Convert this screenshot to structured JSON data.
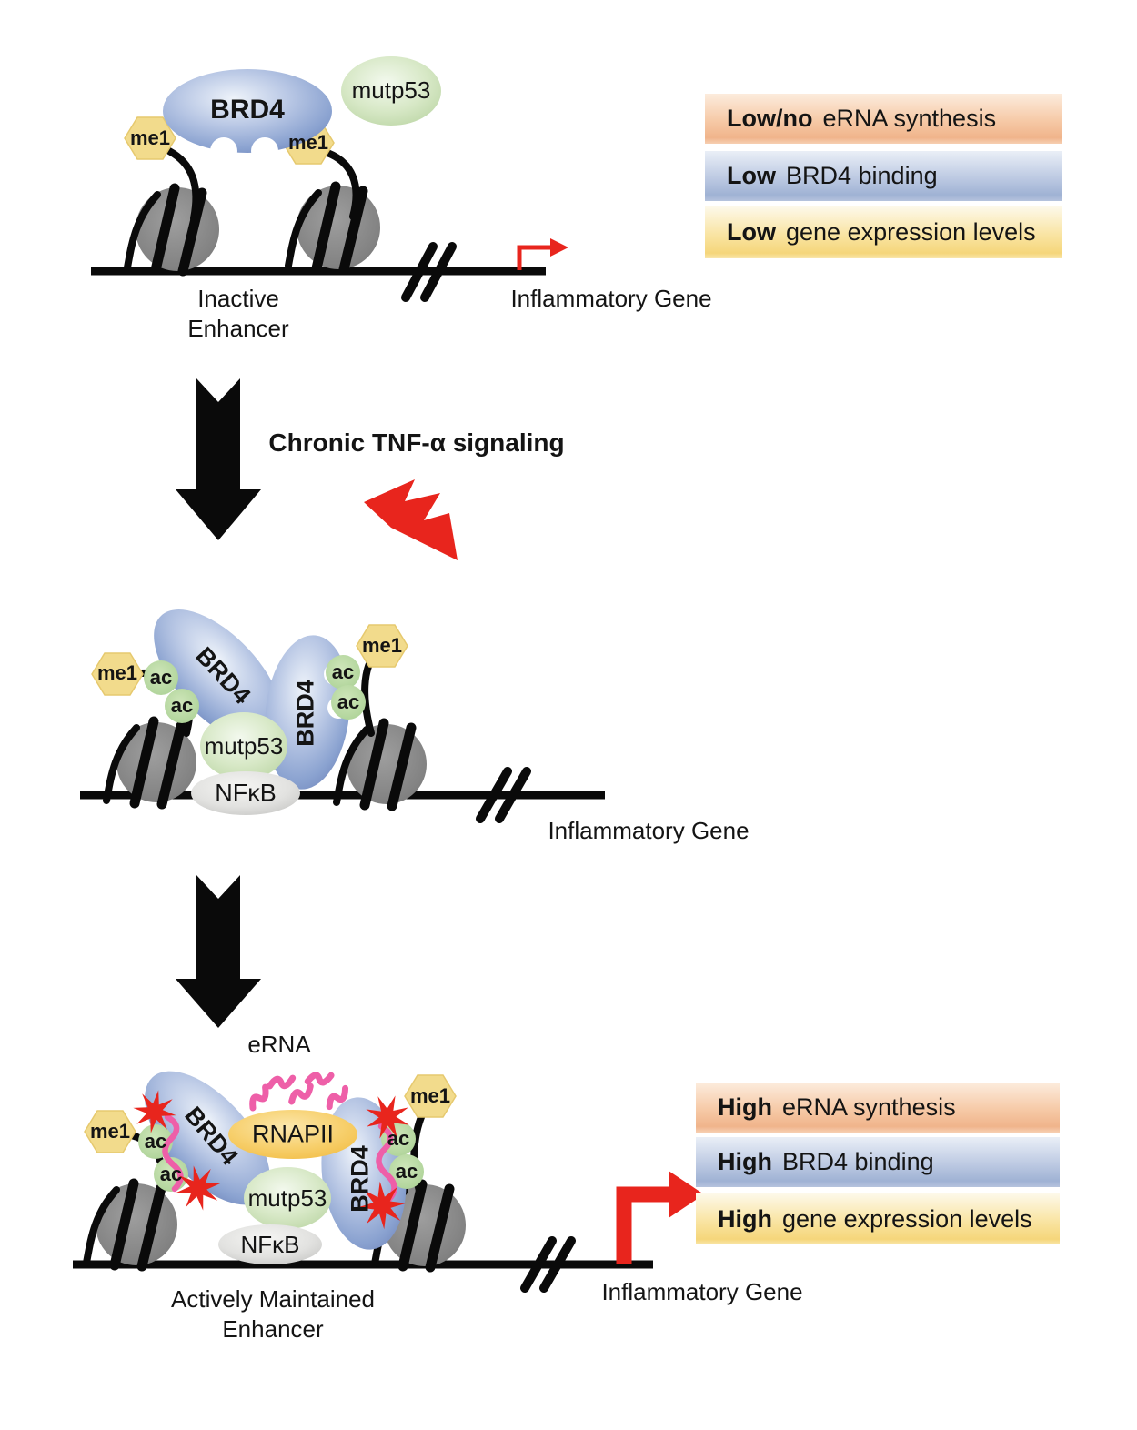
{
  "stage1": {
    "brd4_label": "BRD4",
    "mutp53_label": "mutp53",
    "me1_left": "me1",
    "me1_right": "me1",
    "enhancer_line1": "Inactive",
    "enhancer_line2": "Enhancer",
    "gene_label": "Inflammatory Gene"
  },
  "legend_top": {
    "items": [
      {
        "emphasis": "Low/no",
        "text": "eRNA synthesis"
      },
      {
        "emphasis": "Low",
        "text": "BRD4 binding"
      },
      {
        "emphasis": "Low",
        "text": "gene expression levels"
      }
    ]
  },
  "transition": {
    "signal_label": "Chronic TNF-α signaling"
  },
  "stage2": {
    "me1_left": "me1",
    "me1_right": "me1",
    "ac_labels": [
      "ac",
      "ac",
      "ac",
      "ac"
    ],
    "brd4_left": "BRD4",
    "brd4_right": "BRD4",
    "mutp53_label": "mutp53",
    "nfkb_label": "NFκB",
    "gene_label": "Inflammatory Gene"
  },
  "stage3": {
    "erna_label": "eRNA",
    "rnapii_label": "RNAPII",
    "me1_left": "me1",
    "me1_right": "me1",
    "ac_labels": [
      "ac",
      "ac",
      "ac",
      "ac"
    ],
    "brd4_left": "BRD4",
    "brd4_right": "BRD4",
    "mutp53_label": "mutp53",
    "nfkb_label": "NFκB",
    "enhancer_line1": "Actively Maintained",
    "enhancer_line2": "Enhancer",
    "gene_label": "Inflammatory Gene"
  },
  "legend_bottom": {
    "items": [
      {
        "emphasis": "High",
        "text": "eRNA synthesis"
      },
      {
        "emphasis": "High",
        "text": "BRD4 binding"
      },
      {
        "emphasis": "High",
        "text": "gene expression levels"
      }
    ]
  },
  "colors": {
    "brd4_blue": "#8ba3d1",
    "mutp53_green": "#cde1b6",
    "me1_yellow": "#f2db8c",
    "ac_green": "#b9dba4",
    "nucleosome_gray": "#868686",
    "nfkb_gray": "#d9d9d7",
    "rnapii_gold": "#f6c75e",
    "erna_pink": "#ee5fa8",
    "signal_red": "#e8251d",
    "dna_black": "#000000",
    "legend_orange": "#f3bd97",
    "legend_blue": "#a9bcdc",
    "legend_yellow": "#f6d87c"
  }
}
